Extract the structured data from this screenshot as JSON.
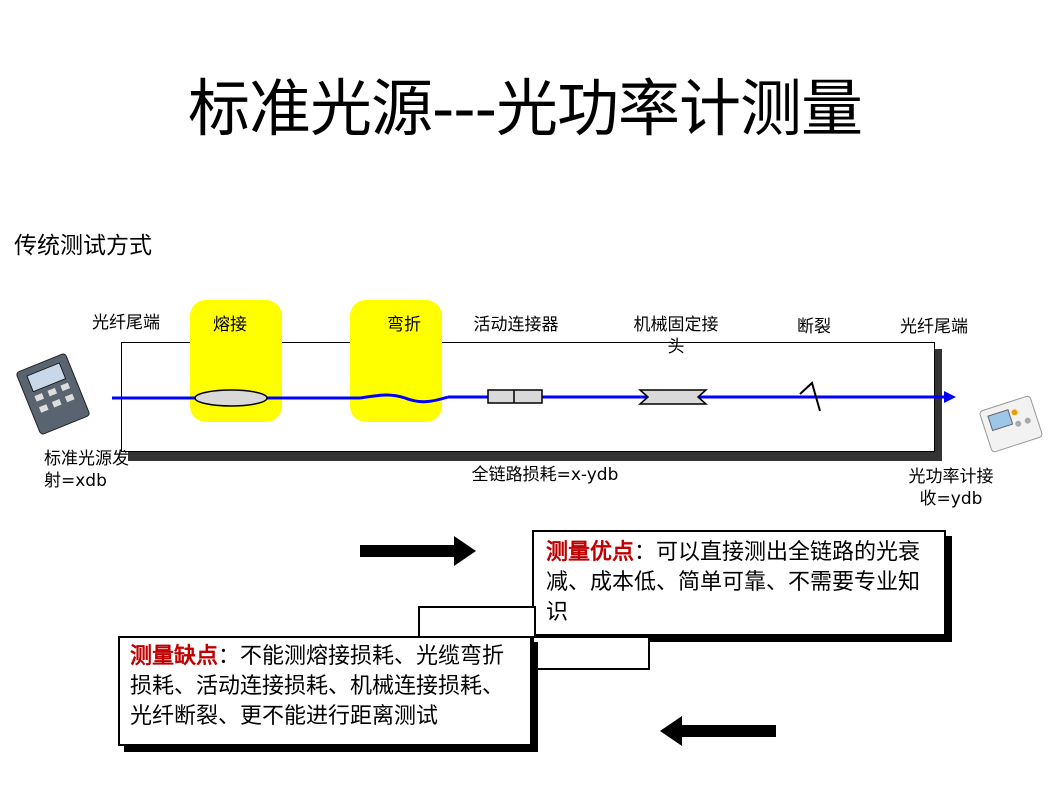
{
  "title": "标准光源---光功率计测量",
  "subtitle": "传统测试方式",
  "diagram": {
    "left_end_label": "光纤尾端",
    "right_end_label": "光纤尾端",
    "fusion_label": "熔接",
    "bend_label": "弯折",
    "active_connector_label": "活动连接器",
    "mechanical_joint_label": "机械固定接头",
    "break_label": "断裂",
    "source_label": "标准光源发射=xdb",
    "link_loss_label": "全链路损耗=x-ydb",
    "meter_label": "光功率计接收=ydb",
    "colors": {
      "fiber": "#0000ff",
      "highlight": "#ffff00",
      "accent": "#c00000"
    }
  },
  "pros": {
    "heading": "测量优点",
    "text": "：可以直接测出全链路的光衰减、成本低、简单可靠、不需要专业知识"
  },
  "cons": {
    "heading": "测量缺点",
    "text": "：不能测熔接损耗、光缆弯折损耗、活动连接损耗、机械连接损耗、光纤断裂、更不能进行距离测试"
  }
}
